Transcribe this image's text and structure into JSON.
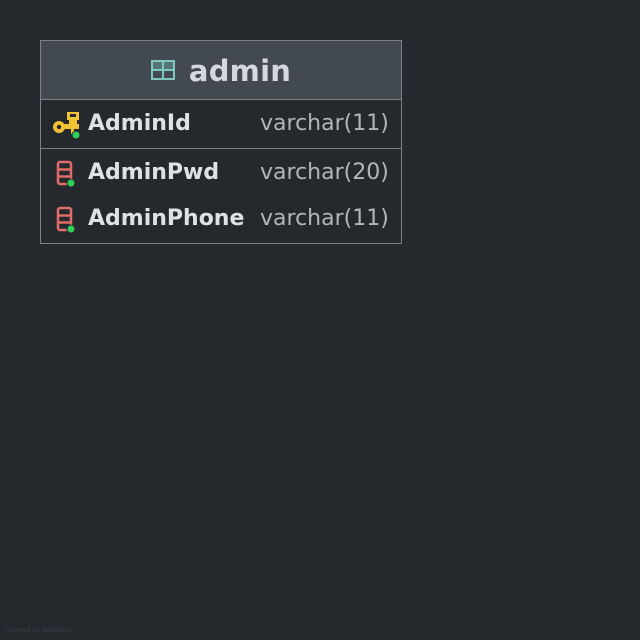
{
  "entity": {
    "name": "admin",
    "icon": "table-icon",
    "primary_key_columns": [
      {
        "name": "AdminId",
        "type": "varchar(11)",
        "icon": "primary-key-icon"
      }
    ],
    "columns": [
      {
        "name": "AdminPwd",
        "type": "varchar(20)",
        "icon": "column-icon"
      },
      {
        "name": "AdminPhone",
        "type": "varchar(11)",
        "icon": "column-icon"
      }
    ]
  },
  "watermark": "Powered by dbdiagram",
  "colors": {
    "background": "#25292e",
    "header": "#434950",
    "border": "#7d8186",
    "key_icon": "#f1c232",
    "column_icon": "#e06b6b",
    "not_null_dot": "#2ed158",
    "table_icon": "#7ec8c0"
  }
}
